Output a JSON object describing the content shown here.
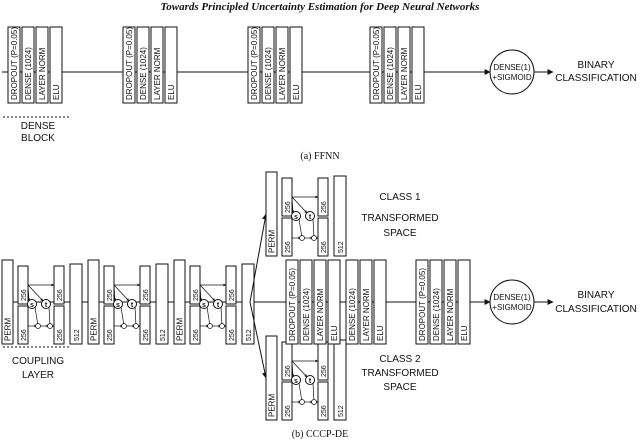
{
  "page": {
    "running_title": "Towards Principled Uncertainty Estimation for Deep Neural Networks"
  },
  "ffnn": {
    "caption": "(a) FFNN",
    "layer_labels": [
      "DROPOUT (P=0.05)",
      "DENSE (1024)",
      "LAYER NORM",
      "ELU"
    ],
    "block_label_line1": "DENSE",
    "block_label_line2": "BLOCK",
    "head_label_line1": "DENSE(1)",
    "head_label_line2": "+SIGMOID",
    "output_line1": "BINARY",
    "output_line2": "CLASSIFICATION"
  },
  "ccpde": {
    "caption": "(b) CCCP-DE",
    "perm": "PERM",
    "d256": "256",
    "d512": "512",
    "s": "s",
    "t": "t",
    "coupling_line1": "COUPLING",
    "coupling_line2": "LAYER",
    "class1_line1": "CLASS 1",
    "class1_line2": "TRANSFORMED",
    "class1_line3": "SPACE",
    "class2_line1": "CLASS 2",
    "class2_line2": "TRANSFORMED",
    "class2_line3": "SPACE",
    "layer_labels": [
      "DROPOUT (P=0.05)",
      "DENSE (1024)",
      "LAYER NORM",
      "ELU"
    ],
    "head_label_line1": "DENSE(1)",
    "head_label_line2": "+SIGMOID",
    "output_line1": "BINARY",
    "output_line2": "CLASSIFICATION"
  }
}
